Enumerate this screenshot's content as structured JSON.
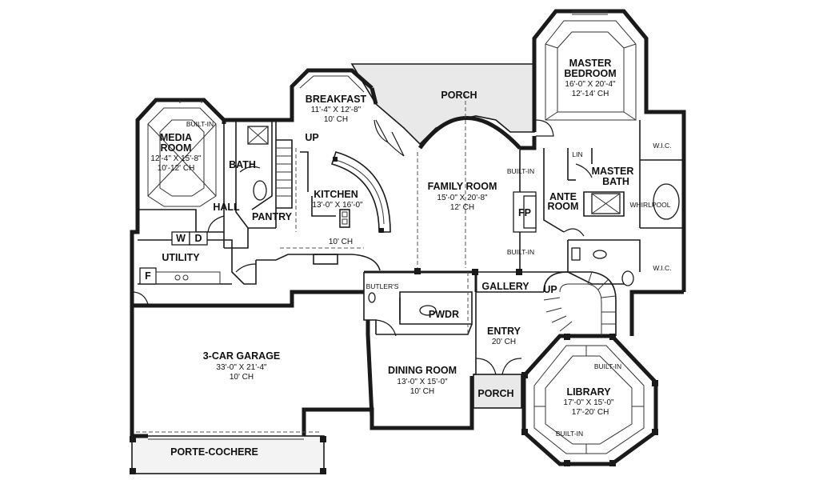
{
  "rooms": {
    "media": {
      "name_1": "MEDIA",
      "name_2": "ROOM",
      "dims": "12'-4\" X 15'-8\"",
      "ceiling": "10'-12' CH"
    },
    "breakfast": {
      "name": "BREAKFAST",
      "dims": "11'-4\" X 12'-8\"",
      "ceiling": "10' CH"
    },
    "porch_rear": {
      "name": "PORCH"
    },
    "master_bedroom": {
      "name_1": "MASTER",
      "name_2": "BEDROOM",
      "dims": "16'-0\" X 20'-4\"",
      "ceiling": "12'-14' CH"
    },
    "bath": {
      "name": "BATH"
    },
    "hall": {
      "name": "HALL"
    },
    "pantry": {
      "name": "PANTRY"
    },
    "kitchen": {
      "name": "KITCHEN",
      "dims": "13'-0\" X 16'-0\"",
      "ceiling": "10' CH"
    },
    "family": {
      "name": "FAMILY ROOM",
      "dims": "15'-0\" X 20'-8\"",
      "ceiling": "12' CH"
    },
    "ante": {
      "name_1": "ANTE",
      "name_2": "ROOM"
    },
    "master_bath": {
      "name_1": "MASTER",
      "name_2": "BATH"
    },
    "utility": {
      "name": "UTILITY"
    },
    "butlers": {
      "name": "BUTLER'S"
    },
    "gallery": {
      "name": "GALLERY"
    },
    "pwdr": {
      "name": "PWDR"
    },
    "entry": {
      "name": "ENTRY",
      "ceiling": "20' CH"
    },
    "garage": {
      "name": "3-CAR GARAGE",
      "dims": "33'-0\" X 21'-4\"",
      "ceiling": "10' CH"
    },
    "dining": {
      "name": "DINING ROOM",
      "dims": "13'-0\" X 15'-0\"",
      "ceiling": "10' CH"
    },
    "porch_front": {
      "name": "PORCH"
    },
    "library": {
      "name": "LIBRARY",
      "dims": "17'-0\" X 15'-0\"",
      "ceiling": "17'-20' CH"
    },
    "porte_cochere": {
      "name": "PORTE-COCHERE"
    }
  },
  "labels": {
    "built_in": "BUILT-IN",
    "up": "UP",
    "fp": "FP",
    "wic": "W.I.C.",
    "lin": "LIN",
    "whirlpool": "WHIRLPOOL",
    "washer": "W",
    "dryer": "D",
    "freezer": "F"
  }
}
